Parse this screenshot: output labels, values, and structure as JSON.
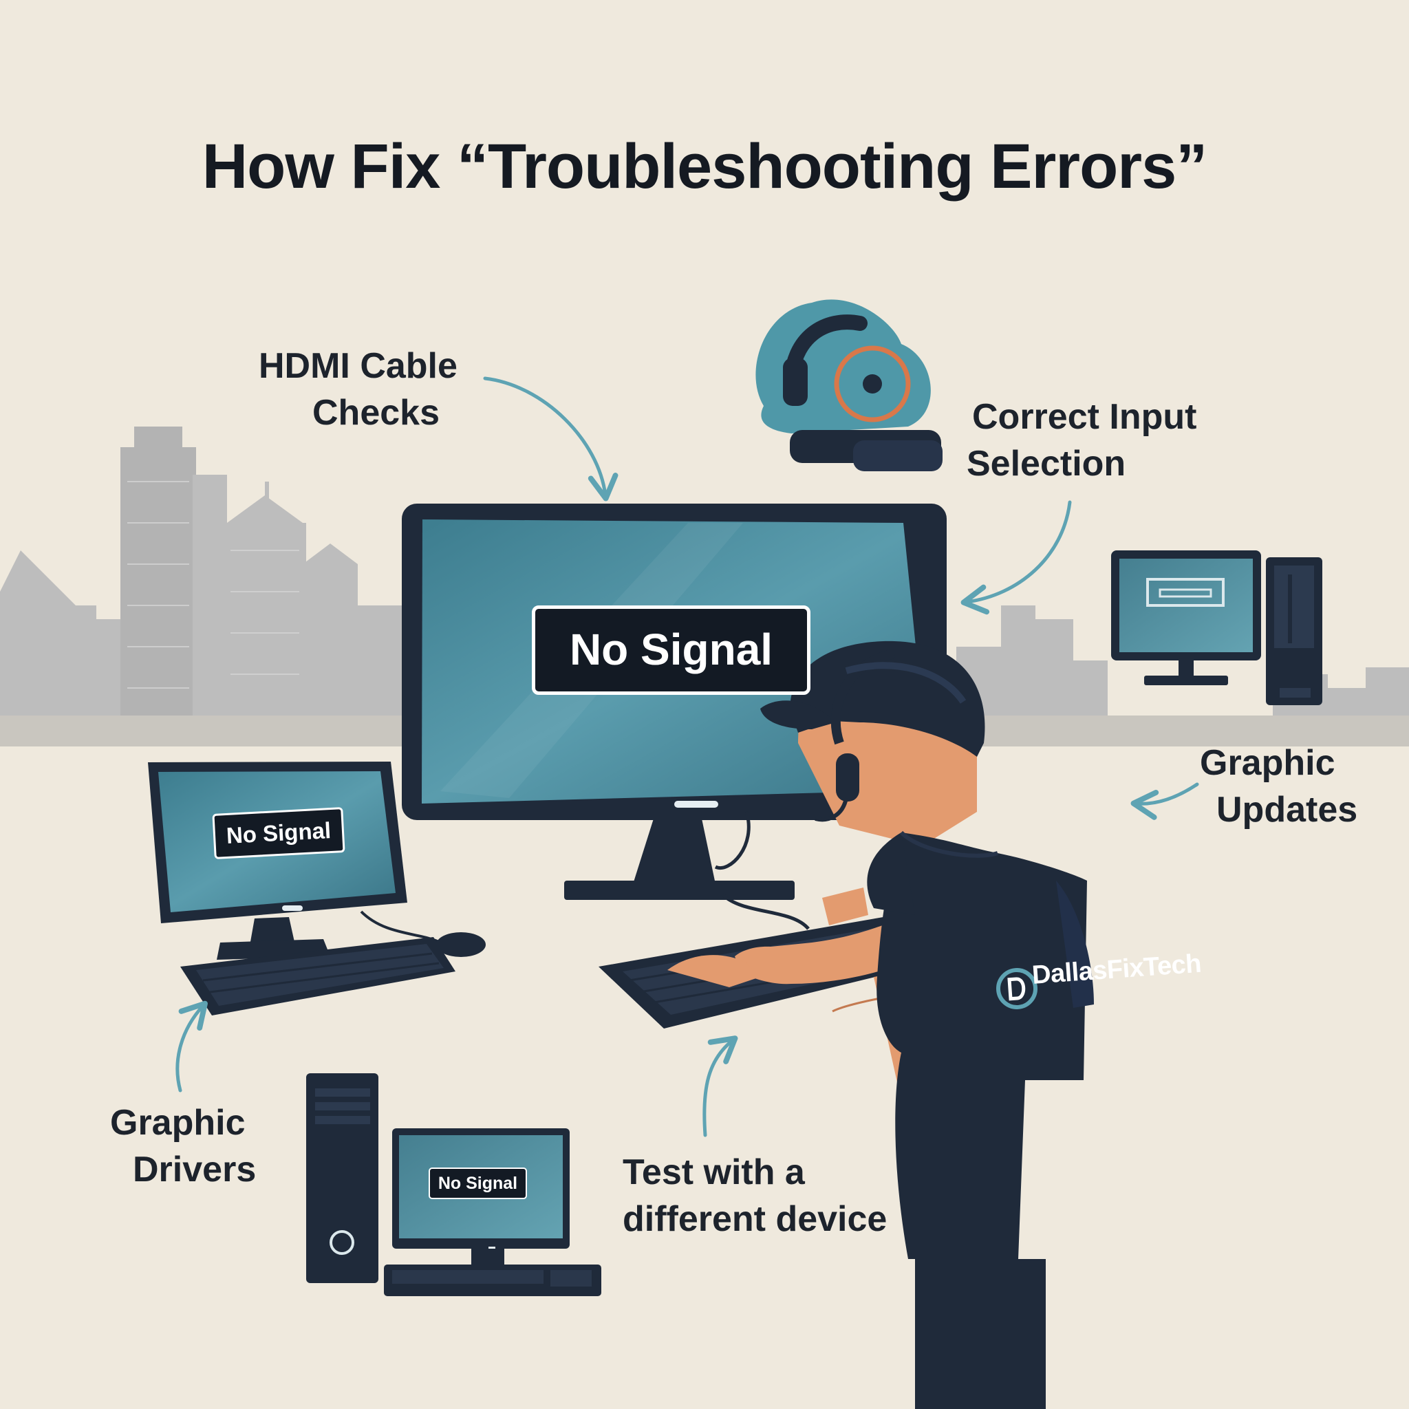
{
  "title": "How Fix “Troubleshooting Errors”",
  "callouts": {
    "hdmi": [
      "HDMI Cable",
      "Checks"
    ],
    "input": [
      "Correct Input",
      "Selection"
    ],
    "updates": [
      "Graphic",
      "Updates"
    ],
    "drivers": [
      "Graphic",
      "Drivers"
    ],
    "device": [
      "Test with a",
      "different device"
    ]
  },
  "screens": {
    "main": "No Signal",
    "left": "No Signal",
    "bottom": "No Signal"
  },
  "brand": "DallasFixTech",
  "colors": {
    "background": "#efe9dd",
    "navy": "#1f2a3a",
    "screen_teal": "#4d8fa0",
    "arrow_teal": "#5ea3b3",
    "skyline_gray": "#b8b8b8",
    "accent_orange": "#d9784a"
  }
}
